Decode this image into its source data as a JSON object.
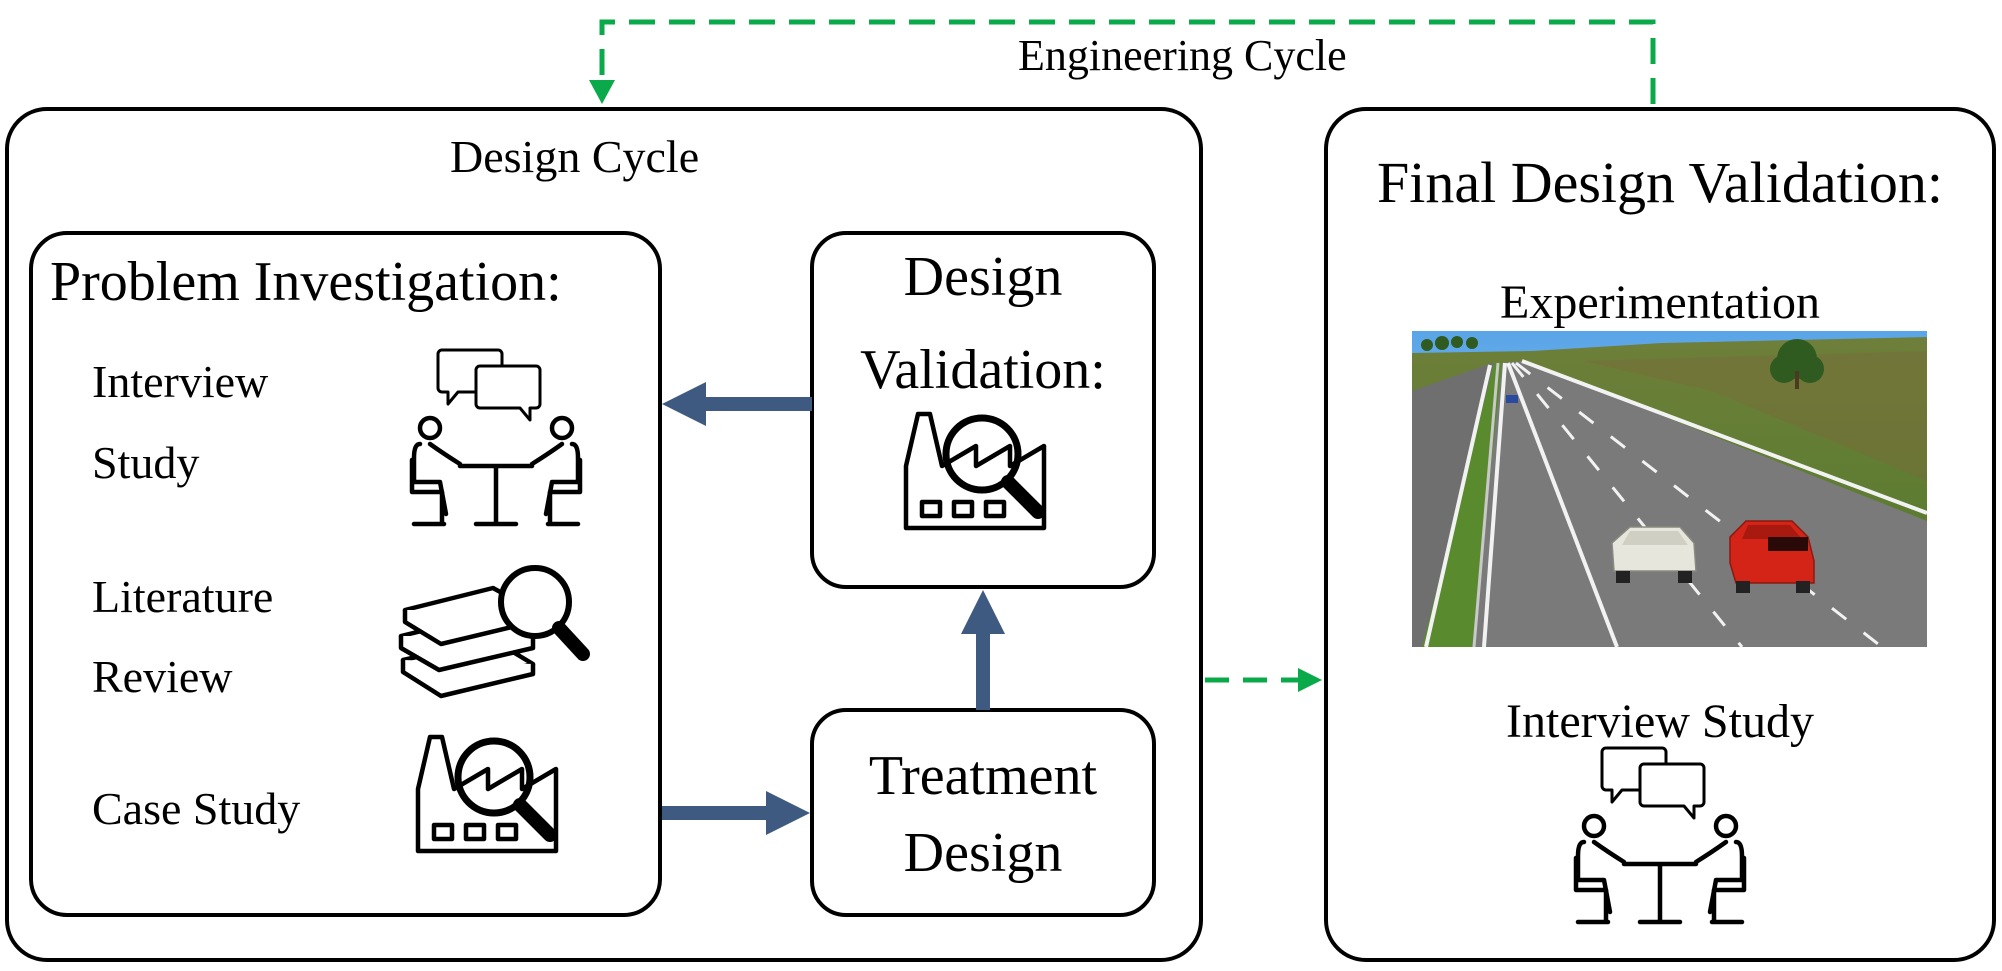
{
  "engineering_cycle": {
    "label": "Engineering Cycle",
    "color": "#0aaa4a"
  },
  "design_cycle": {
    "label": "Design Cycle",
    "problem_investigation": {
      "title": "Problem Investigation:",
      "methods": [
        {
          "line1": "Interview",
          "line2": "Study",
          "icon": "interview-icon"
        },
        {
          "line1": "Literature",
          "line2": "Review",
          "icon": "books-search-icon"
        },
        {
          "line1": "Case Study",
          "icon": "factory-search-icon"
        }
      ]
    },
    "design_validation": {
      "line1": "Design",
      "line2": "Validation:",
      "icon": "factory-search-icon"
    },
    "treatment_design": {
      "line1": "Treatment",
      "line2": "Design"
    },
    "arrow_color": "#3f5a80"
  },
  "final_design_validation": {
    "title": "Final Design Validation:",
    "experimentation": "Experimentation",
    "interview_study": "Interview Study",
    "image": "driving-simulator-highway-scene"
  }
}
